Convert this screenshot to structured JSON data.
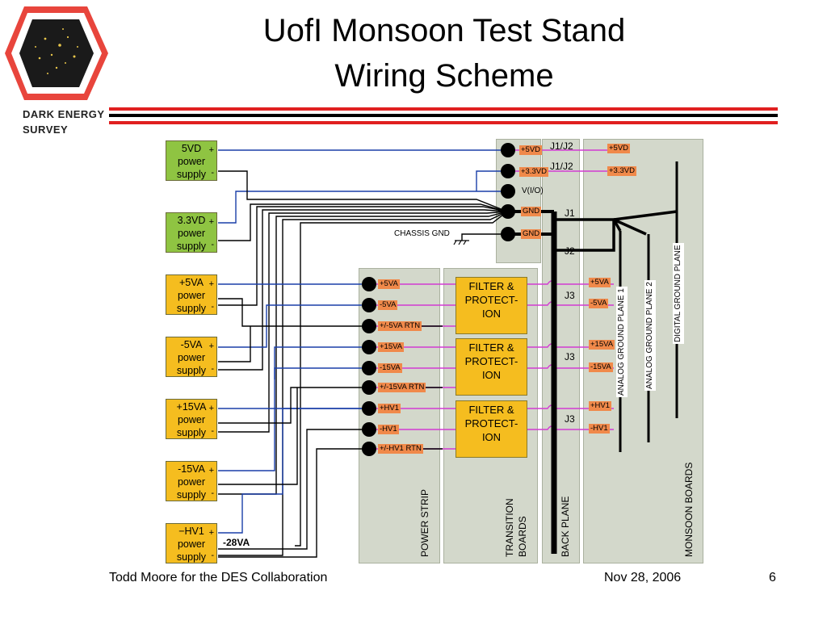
{
  "slide": {
    "title_line1": "UofI Monsoon Test Stand",
    "title_line2": "Wiring Scheme",
    "logo_line1": "DARK ENERGY",
    "logo_line2": "SURVEY",
    "footer_left": "Todd Moore for the DES Collaboration",
    "footer_date": "Nov 28, 2006",
    "footer_page": "6"
  },
  "supplies": [
    {
      "name": "5VD",
      "line2": "power",
      "line3": "supply",
      "plus": "+",
      "minus": "-"
    },
    {
      "name": "3.3VD",
      "line2": "power",
      "line3": "supply",
      "plus": "+",
      "minus": "-"
    },
    {
      "name": "+5VA",
      "line2": "power",
      "line3": "supply",
      "plus": "+",
      "minus": "-"
    },
    {
      "name": "-5VA",
      "line2": "power",
      "line3": "supply",
      "plus": "+",
      "minus": "-"
    },
    {
      "name": "+15VA",
      "line2": "power",
      "line3": "supply",
      "plus": "+",
      "minus": "-"
    },
    {
      "name": "-15VA",
      "line2": "power",
      "line3": "supply",
      "plus": "+",
      "minus": "-"
    },
    {
      "name": "−HV1",
      "line2": "power",
      "line3": "supply",
      "plus": "+",
      "minus": "-"
    }
  ],
  "extra_label": "-28VA",
  "chassis_label": "CHASSIS GND",
  "top_connectors": [
    "+5VD",
    "+3.3VD",
    "V(I/O)",
    "GND",
    "GND"
  ],
  "strip_tags": [
    "+5VA",
    "-5VA",
    "+/-5VA RTN",
    "+15VA",
    "-15VA",
    "+/-15VA RTN",
    "+HV1",
    "-HV1",
    "+/-HV1 RTN"
  ],
  "filter_label": {
    "l1": "FILTER &",
    "l2": "PROTECT-",
    "l3": "ION"
  },
  "j_labels": [
    "J1/J2",
    "J1/J2",
    "J1",
    "J2",
    "J3",
    "J3",
    "J3"
  ],
  "monsoon_tags": [
    "+5VD",
    "+3.3VD",
    "+5VA",
    "-5VA",
    "+15VA",
    "-15VA",
    "+HV1",
    "-HV1"
  ],
  "panels": {
    "power_strip": "POWER STRIP",
    "transition_l1": "TRANSITION",
    "transition_l2": "BOARDS",
    "back_plane": "BACK PLANE",
    "monsoon": "MONSOON BOARDS"
  },
  "planes": [
    "ANALOG GROUND PLANE 1",
    "ANALOG GROUND PLANE 2",
    "DIGITAL GROUND PLANE"
  ],
  "colors": {
    "rule_red": "#e02020",
    "rule_black": "#000000",
    "wire_blue": "#1a3ea8",
    "wire_magenta": "#d23ad2",
    "tag_orange": "#f0894a",
    "panel_gray": "#d3d8cb",
    "supply_green": "#8fc442",
    "supply_yellow": "#f5bd1f"
  }
}
